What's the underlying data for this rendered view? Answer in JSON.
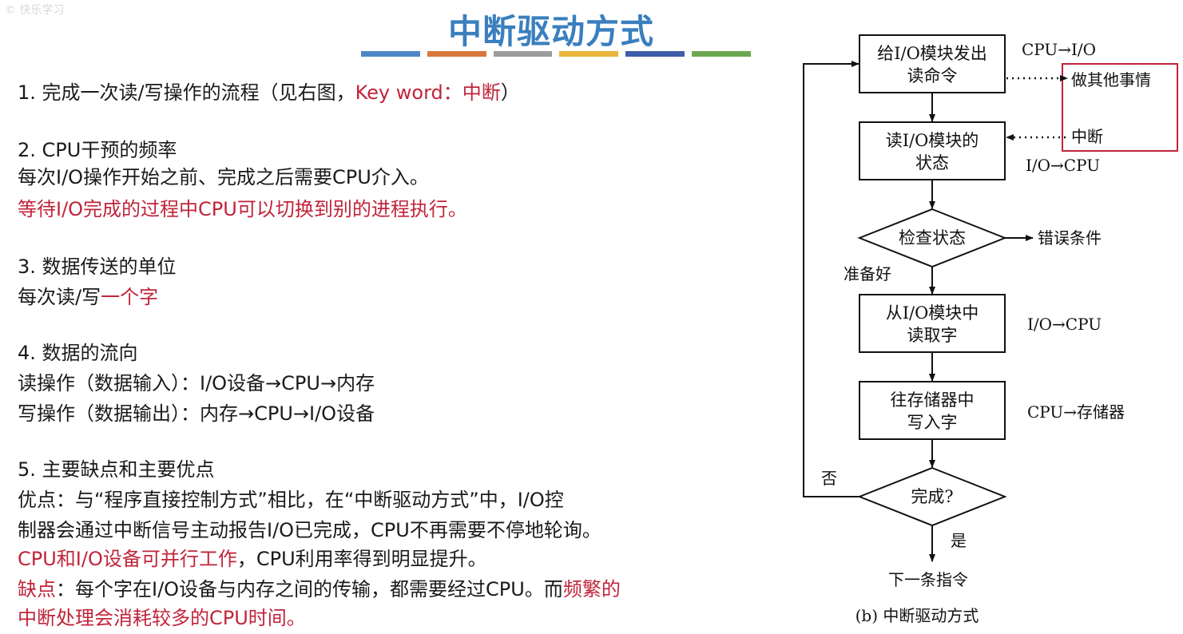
{
  "watermark": "© 快乐学习",
  "slide": {
    "title": "中断驱动方式",
    "bar_colors": [
      "#4f86c6",
      "#d8763c",
      "#9c9c9c",
      "#e9b53b",
      "#3f5ea8",
      "#6aa84f"
    ]
  },
  "points": {
    "p1_prefix": "1. 完成一次读/写操作的流程（见右图，",
    "p1_key": "Key word：中断",
    "p1_suffix": "）",
    "p2_title": "2. CPU干预的频率",
    "p2_line1": "每次I/O操作开始之前、完成之后需要CPU介入。",
    "p2_line2": "等待I/O完成的过程中CPU可以切换到别的进程执行。",
    "p3_title": "3. 数据传送的单位",
    "p3_line_prefix": "每次读/写",
    "p3_line_red": "一个字",
    "p4_title": "4. 数据的流向",
    "p4_read": "读操作（数据输入）：I/O设备→CPU→内存",
    "p4_write": "写操作（数据输出）：内存→CPU→I/O设备",
    "p5_title": "5. 主要缺点和主要优点",
    "p5_adv1": "优点：与“程序直接控制方式”相比，在“中断驱动方式”中，I/O控",
    "p5_adv2": "制器会通过中断信号主动报告I/O已完成，CPU不再需要不停地轮询。",
    "p5_adv3_red": "CPU和I/O设备可并行工作",
    "p5_adv3_rest": "，CPU利用率得到明显提升。",
    "p5_dis1_red": "缺点",
    "p5_dis1_mid": "：每个字在I/O设备与内存之间的传输，都需要经过CPU。而",
    "p5_dis1_red2": "频繁的",
    "p5_dis2_red": "中断处理会消耗较多的CPU时间。"
  },
  "flowchart": {
    "box1_line1": "给I/O模块发出",
    "box1_line2": "读命令",
    "box2_line1": "读I/O模块的",
    "box2_line2": "状态",
    "decision1": "检查状态",
    "box3_line1": "从I/O模块中",
    "box3_line2": "读取字",
    "box4_line1": "往存储器中",
    "box4_line2": "写入字",
    "decision2": "完成?",
    "label_cpu_io": "CPU→I/O",
    "label_other": "做其他事情",
    "label_interrupt": "中断",
    "label_io_cpu_1": "I/O→CPU",
    "label_error": "错误条件",
    "label_ready": "准备好",
    "label_io_cpu_2": "I/O→CPU",
    "label_cpu_mem": "CPU→存储器",
    "label_no": "否",
    "label_yes": "是",
    "label_next": "下一条指令",
    "caption": "(b) 中断驱动方式"
  }
}
